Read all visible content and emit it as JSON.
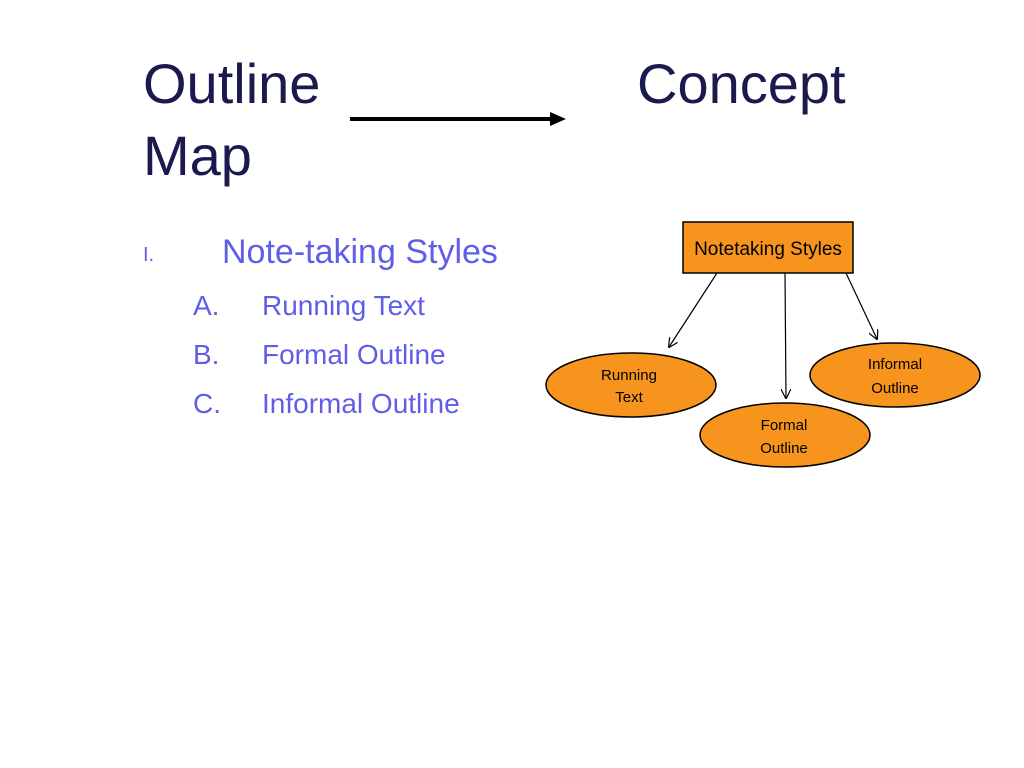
{
  "slide": {
    "title_part1": "Outline",
    "title_part2": "Concept",
    "title_part3": "Map"
  },
  "outline": {
    "main_marker": "I.",
    "main_label": "Note-taking Styles",
    "subitems": [
      {
        "marker": "A.",
        "label": "Running Text"
      },
      {
        "marker": "B.",
        "label": "Formal Outline"
      },
      {
        "marker": "C.",
        "label": "Informal Outline"
      }
    ]
  },
  "concept_map": {
    "root": "Notetaking Styles",
    "children": [
      {
        "line1": "Running",
        "line2": "Text"
      },
      {
        "line1": "Formal",
        "line2": "Outline"
      },
      {
        "line1": "Informal",
        "line2": "Outline"
      }
    ],
    "colors": {
      "node_fill": "#f7941d",
      "stroke": "#000000",
      "title": "#1a1a4e",
      "outline_text": "#5e5ee8"
    }
  }
}
